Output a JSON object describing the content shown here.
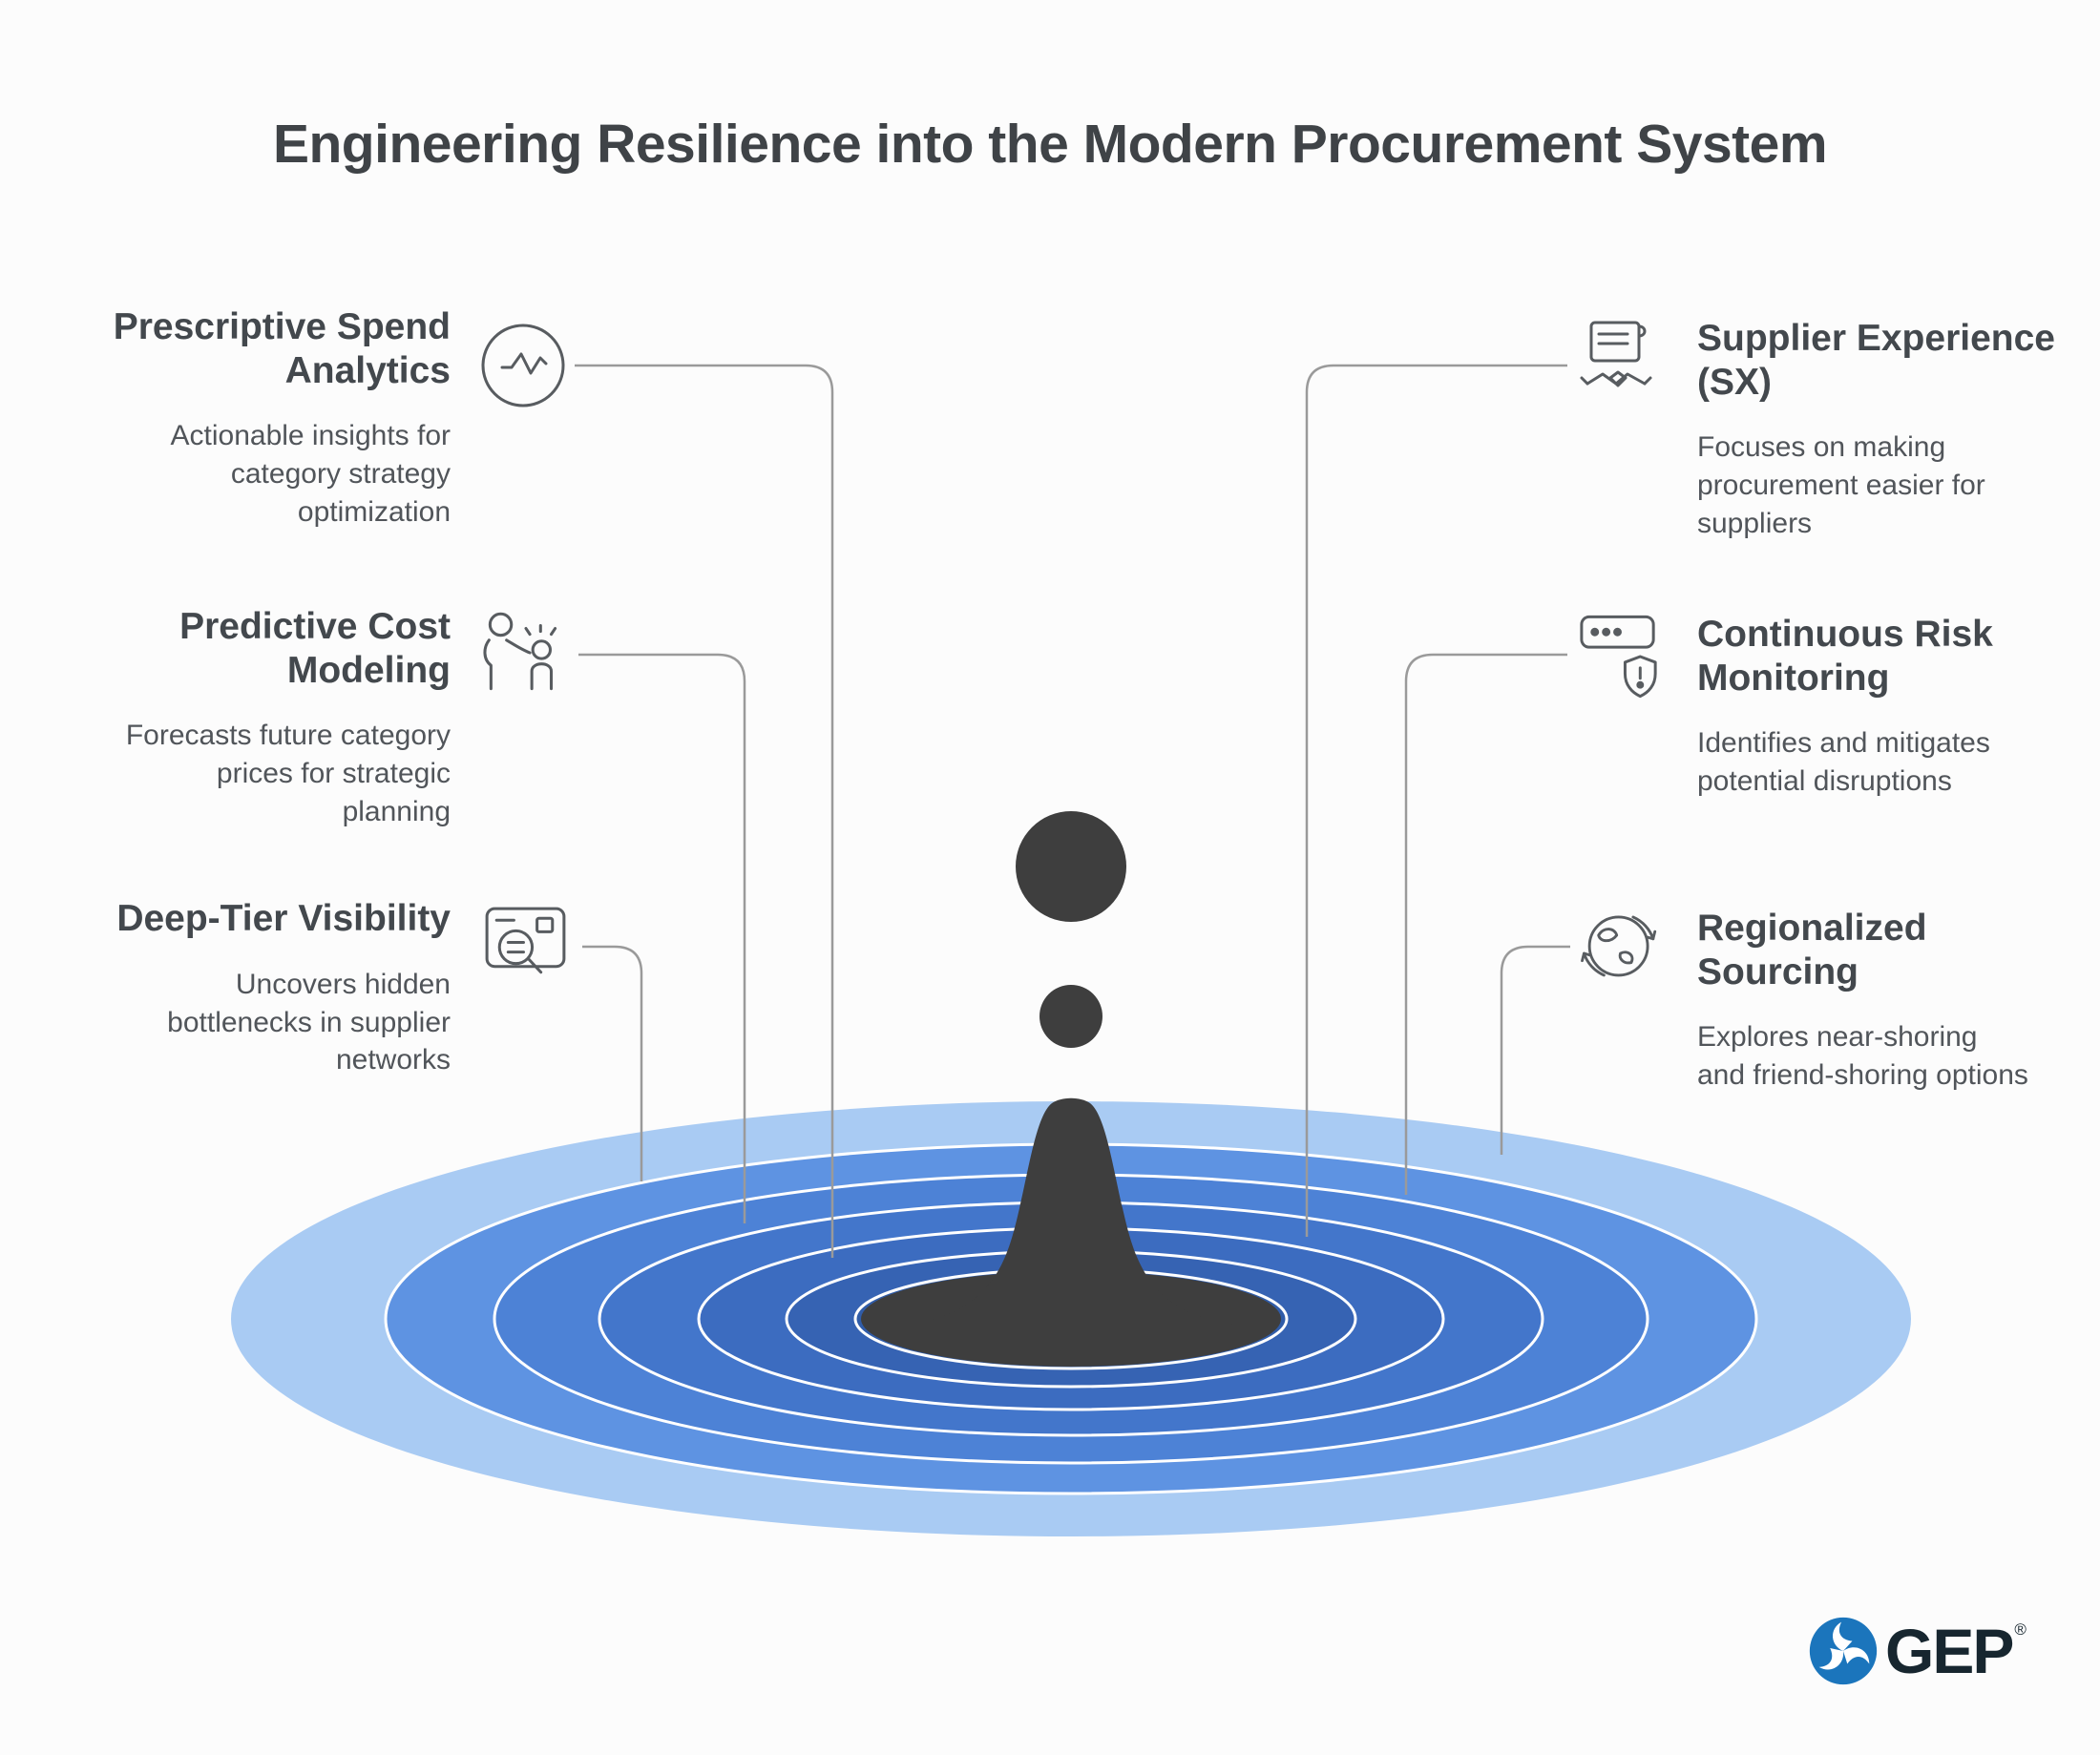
{
  "title": "Engineering Resilience into the Modern Procurement System",
  "items": [
    {
      "heading": "Prescriptive Spend Analytics",
      "description": "Actionable insights for category strategy optimization",
      "icon": "line-chart-circle-icon",
      "side": "left"
    },
    {
      "heading": "Predictive Cost Modeling",
      "description": "Forecasts future category prices for strategic planning",
      "icon": "analyst-forecast-icon",
      "side": "left"
    },
    {
      "heading": "Deep-Tier Visibility",
      "description": "Uncovers hidden bottlenecks in supplier networks",
      "icon": "browser-magnifier-icon",
      "side": "left"
    },
    {
      "heading": "Supplier Experience (SX)",
      "description": "Focuses on making procurement easier for suppliers",
      "icon": "contract-handshake-icon",
      "side": "right"
    },
    {
      "heading": "Continuous Risk Monitoring",
      "description": "Identifies and mitigates potential disruptions",
      "icon": "monitor-shield-alert-icon",
      "side": "right"
    },
    {
      "heading": "Regionalized Sourcing",
      "description": "Explores near-shoring and friend-shoring options",
      "icon": "globe-arrows-icon",
      "side": "right"
    }
  ],
  "logo": {
    "text": "GEP",
    "registered": "®"
  },
  "colors": {
    "rings": [
      "#A9CBF3",
      "#5E93E2",
      "#4D82D6",
      "#4376CB",
      "#3C6CC0",
      "#3663B3",
      "#305CA8"
    ],
    "ring_separator": "#FFFFFF",
    "splash": "#3E3E3E",
    "connector": "#9A9A9A",
    "brand_blue": "#1B75BC",
    "heading_text": "#43484D",
    "body_text": "#51555A"
  }
}
